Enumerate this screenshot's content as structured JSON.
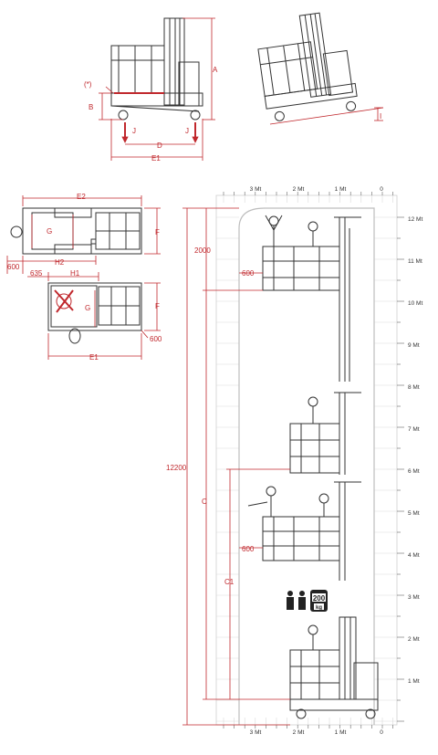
{
  "colors": {
    "dimension": "#c0282d",
    "machine": "#333333",
    "grid": "#d9d9d9",
    "background": "#ffffff"
  },
  "labels": {
    "A": "A",
    "B": "B",
    "star": "(*)",
    "J": "J",
    "D": "D",
    "E1": "E1",
    "I": "I",
    "E2": "E2",
    "F": "F",
    "G": "G",
    "H1": "H1",
    "H2": "H2",
    "v600": "600",
    "v635": "635",
    "v2000": "2000",
    "v12200": "12200",
    "C": "C",
    "C1": "C1",
    "capacity": "200",
    "capacity_unit": "kg"
  },
  "scale": {
    "horizontal": [
      "3 Mt",
      "2 Mt",
      "1 Mt",
      "0"
    ],
    "vertical": [
      "12 Mt",
      "11 Mt",
      "10 Mt",
      "9 Mt",
      "8 Mt",
      "7 Mt",
      "6 Mt",
      "5 Mt",
      "4 Mt",
      "3 Mt",
      "2 Mt",
      "1 Mt"
    ]
  }
}
